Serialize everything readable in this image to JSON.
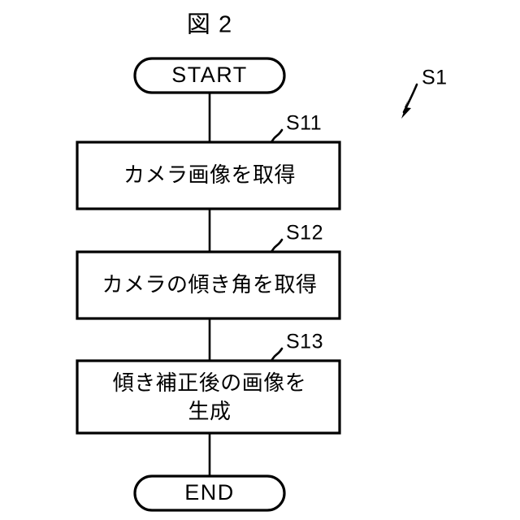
{
  "figure": {
    "title": "図 2",
    "overall_ref": "S1",
    "nodes": [
      {
        "id": "start",
        "shape": "terminal",
        "label": "START",
        "ref": null
      },
      {
        "id": "s11",
        "shape": "process",
        "label": "カメラ画像を取得",
        "ref": "S11"
      },
      {
        "id": "s12",
        "shape": "process",
        "label": "カメラの傾き角を取得",
        "ref": "S12"
      },
      {
        "id": "s13",
        "shape": "process",
        "label_line1": "傾き補正後の画像を",
        "label_line2": "生成",
        "ref": "S13"
      },
      {
        "id": "end",
        "shape": "terminal",
        "label": "END",
        "ref": null
      }
    ],
    "colors": {
      "stroke": "#000000",
      "fill": "#ffffff",
      "text": "#000000",
      "background": "#ffffff"
    }
  }
}
